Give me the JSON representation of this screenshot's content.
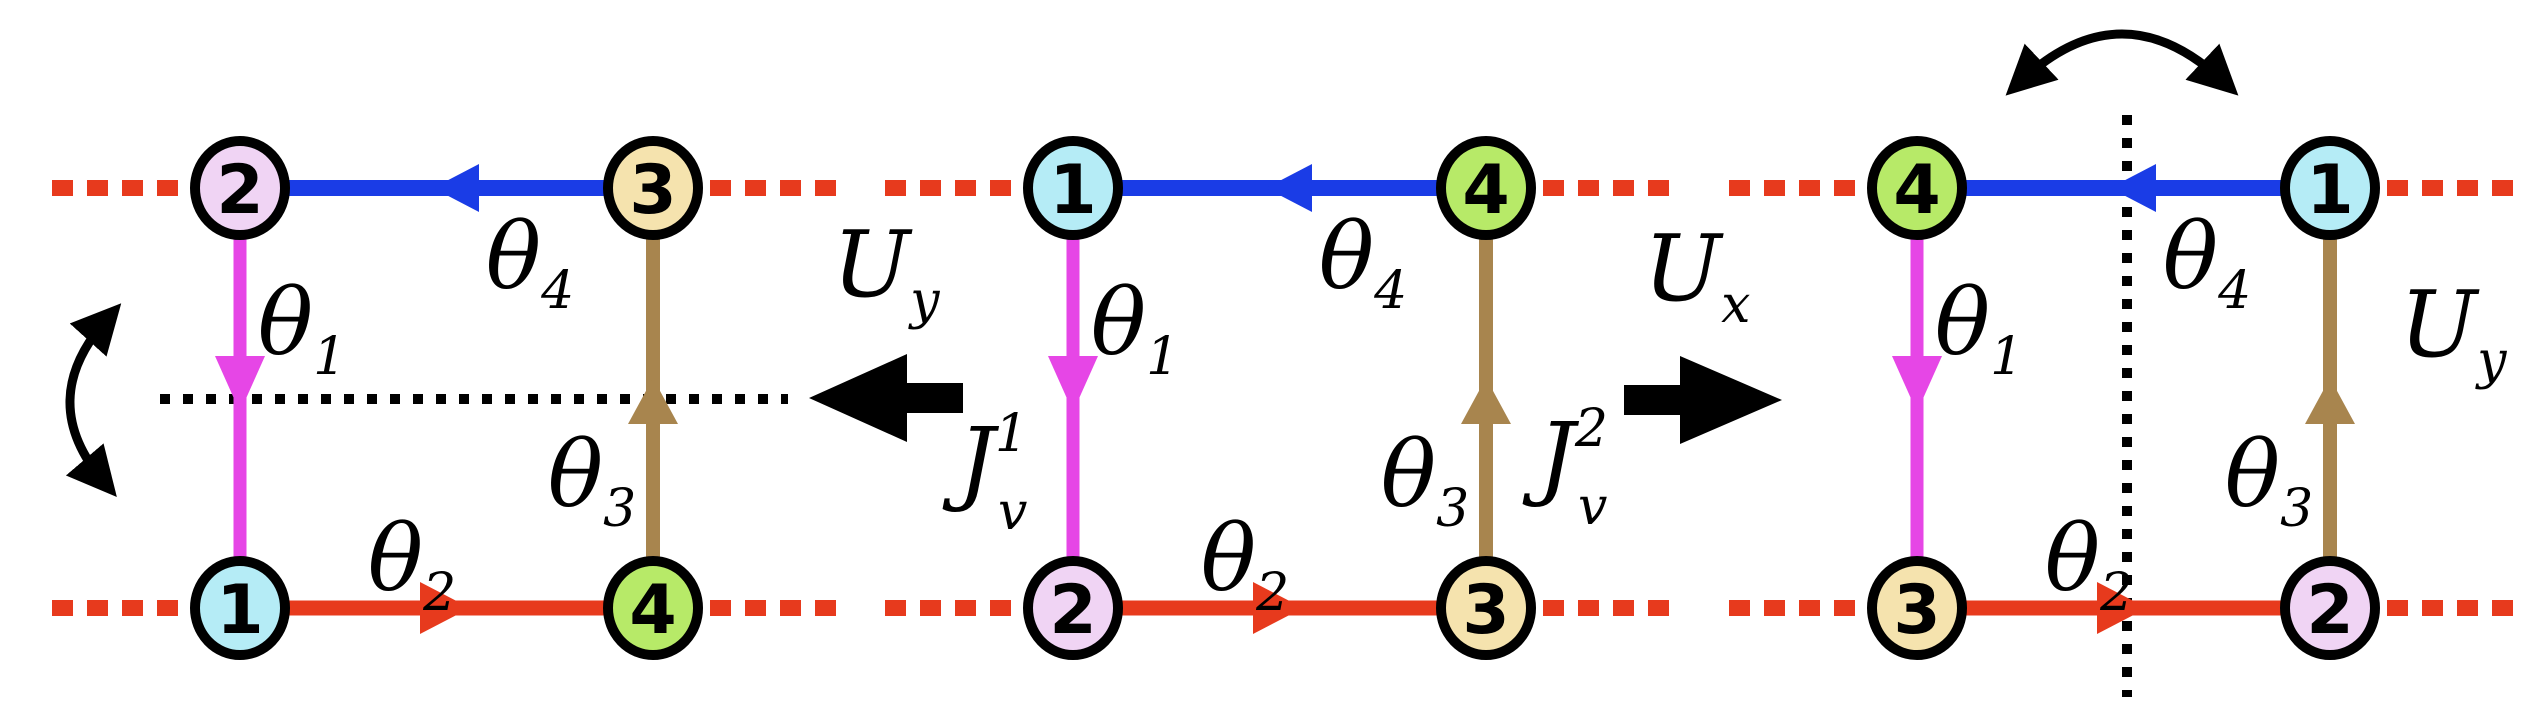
{
  "colors": {
    "blue": "#1a3ce6",
    "red": "#e73a1d",
    "magenta": "#e646e6",
    "brown": "#a8854e",
    "black": "#000000"
  },
  "panels": {
    "left": {
      "top_left": {
        "label": "2",
        "color": "#f0d4f4"
      },
      "top_right": {
        "label": "3",
        "color": "#f5e3ae"
      },
      "bottom_left": {
        "label": "1",
        "color": "#b5ecf6"
      },
      "bottom_right": {
        "label": "4",
        "color": "#b7ea68"
      }
    },
    "middle": {
      "top_left": {
        "label": "1",
        "color": "#b5ecf6"
      },
      "top_right": {
        "label": "4",
        "color": "#b7ea68"
      },
      "bottom_left": {
        "label": "2",
        "color": "#f0d4f4"
      },
      "bottom_right": {
        "label": "3",
        "color": "#f5e3ae"
      }
    },
    "right": {
      "top_left": {
        "label": "4",
        "color": "#b7ea68"
      },
      "top_right": {
        "label": "1",
        "color": "#b5ecf6"
      },
      "bottom_left": {
        "label": "3",
        "color": "#f5e3ae"
      },
      "bottom_right": {
        "label": "2",
        "color": "#f0d4f4"
      }
    }
  },
  "edge_labels": {
    "theta_1": {
      "symbol": "θ",
      "sub": "1"
    },
    "theta_2": {
      "symbol": "θ",
      "sub": "2"
    },
    "theta_3": {
      "symbol": "θ",
      "sub": "3"
    },
    "theta_4": {
      "symbol": "θ",
      "sub": "4"
    }
  },
  "vortex_labels": {
    "j_v_1": {
      "symbol": "J",
      "sup": "1",
      "sub": "v"
    },
    "j_v_2": {
      "symbol": "J",
      "sup": "2",
      "sub": "v"
    }
  },
  "transforms": {
    "u_y_left": {
      "symbol": "U",
      "sub": "y"
    },
    "u_x_right": {
      "symbol": "U",
      "sub": "x"
    },
    "u_y_panel": {
      "symbol": "U",
      "sub": "y"
    }
  }
}
